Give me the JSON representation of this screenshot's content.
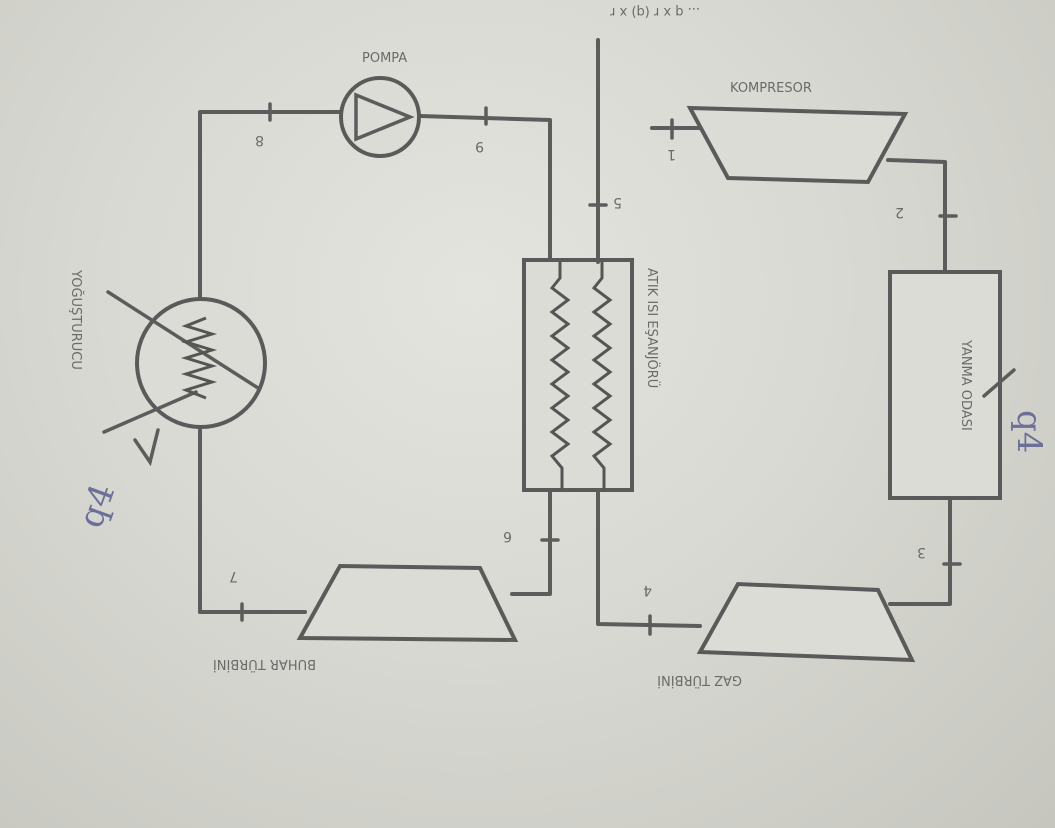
{
  "title_fragment": "... q x r (q) x r",
  "labels": {
    "pompa": "POMPA",
    "kompresor": "KOMPRESOR",
    "buhar_turbini": "BUHAR TÜRBİNİ",
    "gaz_turbini": "GAZ TÜRBİNİ",
    "isi_esanjoru": "ATIK ISI EŞANJÖRÜ",
    "yanma_odasi": "YANMA ODASI",
    "yogusturucu": "YOĞUŞTURUCU"
  },
  "state_points": [
    "1",
    "2",
    "3",
    "4",
    "5",
    "6",
    "7",
    "8",
    "9"
  ],
  "handwritten": {
    "q_in": "q4",
    "q_out": "q4"
  },
  "colors": {
    "paper": "#d9d9d3",
    "line": "#5c5c5c",
    "ink": "#6c6f98"
  }
}
